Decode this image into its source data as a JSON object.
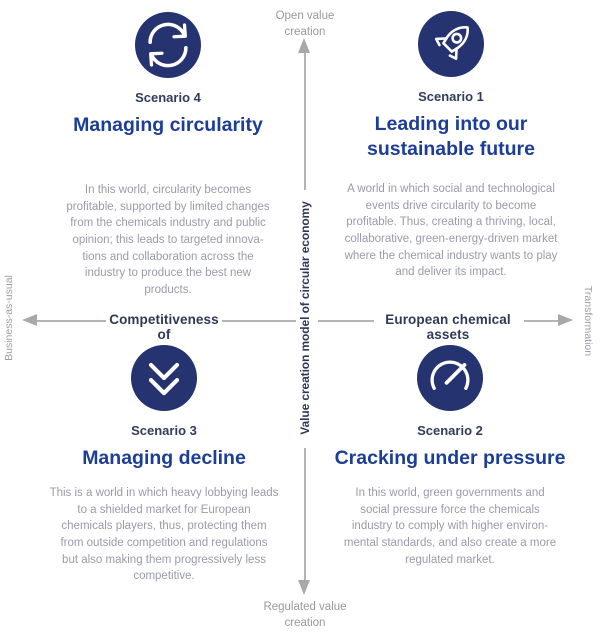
{
  "axes": {
    "top_label": "Open value\ncreation",
    "bottom_label": "Regulated value\ncreation",
    "left_label": "Business-as-usual",
    "right_label": "Transformation",
    "center_label": "Value creation model of circular economy",
    "h_left_label": "Competitiveness of",
    "h_right_label": "European chemical assets"
  },
  "quadrants": [
    {
      "position": "top-right",
      "icon": "rocket-icon",
      "scenario": "Scenario 1",
      "title": "Leading into our\nsustainable future",
      "description": "A world in which social and technological\nevents drive circularity to become\nprofitable. Thus, creating a thriving, local,\ncollaborative, green-energy-driven market\nwhere the chemical industry wants to play\nand deliver its impact."
    },
    {
      "position": "bottom-right",
      "icon": "gauge-icon",
      "scenario": "Scenario 2",
      "title": "Cracking under pressure",
      "description": "In this world, green governments and\nsocial pressure force the chemicals\nindustry to comply with higher environ-\nmental standards, and also create a more\nregulated market."
    },
    {
      "position": "bottom-left",
      "icon": "double-chevron-down-icon",
      "scenario": "Scenario 3",
      "title": "Managing decline",
      "description": "This is a world in which heavy lobbying leads\nto a shielded market for European\nchemicals players, thus, protecting them\nfrom outside competition and regulations\nbut also making them progressively less\ncompetitive."
    },
    {
      "position": "top-left",
      "icon": "cycle-icon",
      "scenario": "Scenario 4",
      "title": "Managing circularity",
      "description": "In this world, circularity becomes\nprofitable, supported by limited changes\nfrom the chemicals industry and public\nopinion; this leads to targeted innova-\ntions and collaboration across the\nindustry to produce the best new\nproducts."
    }
  ],
  "colors": {
    "icon_circle_navy": "#253371",
    "title_blue": "#1c3e97",
    "scenario_label_navy": "#323d5c",
    "axis_bold_navy": "#2f3a58",
    "description_gray": "#989ca8",
    "axis_line_gray": "#b4b4b7",
    "axis_arrow_gray": "#a8a8ab",
    "axis_text_gray": "#97999f",
    "background": "#ffffff"
  }
}
